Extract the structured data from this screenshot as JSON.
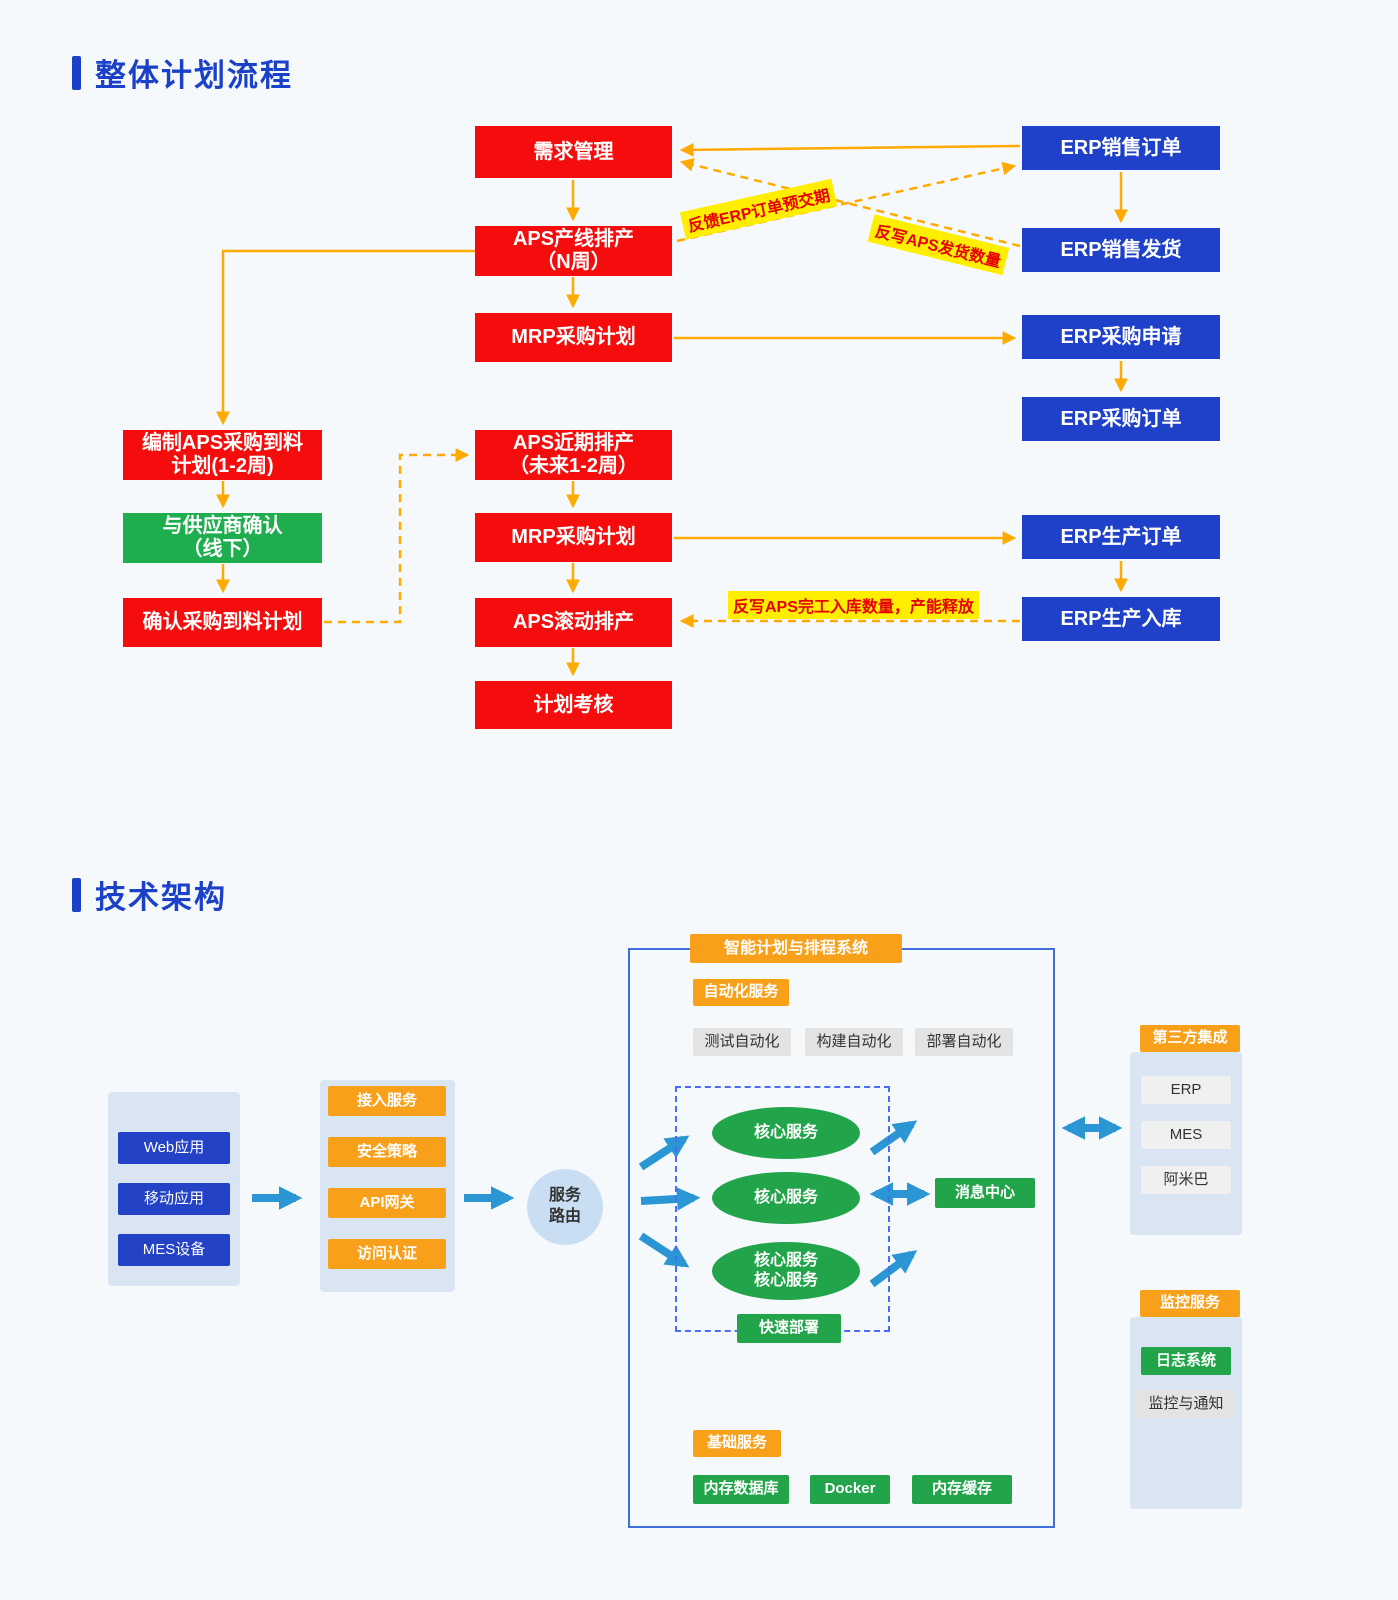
{
  "colors": {
    "primary_blue": "#1b41c8",
    "node_red": "#f50d0d",
    "node_blue": "#1f41c9",
    "node_green": "#1fae4e",
    "accent_orange": "#f9a01b",
    "arrow_orange": "#ffaa00",
    "arrow_blue": "#2a97d4",
    "highlight_yellow": "#ffee00",
    "highlight_red_text": "#e60000"
  },
  "sections": {
    "plan_title": "整体计划流程",
    "tech_title": "技术架构"
  },
  "plan": {
    "center_nodes": [
      {
        "l1": "需求管理"
      },
      {
        "l1": "APS产线排产",
        "l2": "（N周）"
      },
      {
        "l1": "MRP采购计划"
      },
      {
        "l1": "APS近期排产",
        "l2": "（未来1-2周）"
      },
      {
        "l1": "MRP采购计划"
      },
      {
        "l1": "APS滚动排产"
      },
      {
        "l1": "计划考核"
      }
    ],
    "left_nodes": [
      {
        "l1": "编制APS采购到料",
        "l2": "计划(1-2周)"
      },
      {
        "l1": "与供应商确认",
        "l2": "（线下）"
      },
      {
        "l1": "确认采购到料计划"
      }
    ],
    "erp_nodes": [
      "ERP销售订单",
      "ERP销售发货",
      "ERP采购申请",
      "ERP采购订单",
      "ERP生产订单",
      "ERP生产入库"
    ],
    "annotations": {
      "feedback_due_date": "反馈ERP订单预交期",
      "writeback_shipment": "反写APS发货数量",
      "writeback_inbound": "反写APS完工入库数量，产能释放"
    }
  },
  "tech": {
    "clients": [
      "Web应用",
      "移动应用",
      "MES设备"
    ],
    "access": {
      "header": "接入服务",
      "items": [
        "安全策略",
        "API网关",
        "访问认证"
      ]
    },
    "router": {
      "line1": "服务",
      "line2": "路由"
    },
    "system": {
      "title": "智能计划与排程系统",
      "automation_header": "自动化服务",
      "automation_items": [
        "测试自动化",
        "构建自动化",
        "部署自动化"
      ],
      "core_nodes": [
        {
          "l1": "核心服务"
        },
        {
          "l1": "核心服务"
        },
        {
          "l1": "核心服务",
          "l2": "核心服务"
        }
      ],
      "quick_deploy": "快速部署",
      "message_center": "消息中心",
      "base_header": "基础服务",
      "base_items": [
        "内存数据库",
        "Docker",
        "内存缓存"
      ]
    },
    "third_party": {
      "header": "第三方集成",
      "items": [
        "ERP",
        "MES",
        "阿米巴"
      ]
    },
    "monitor": {
      "header": "监控服务",
      "log_item": "日志系统",
      "notify_item": "监控与通知"
    }
  }
}
